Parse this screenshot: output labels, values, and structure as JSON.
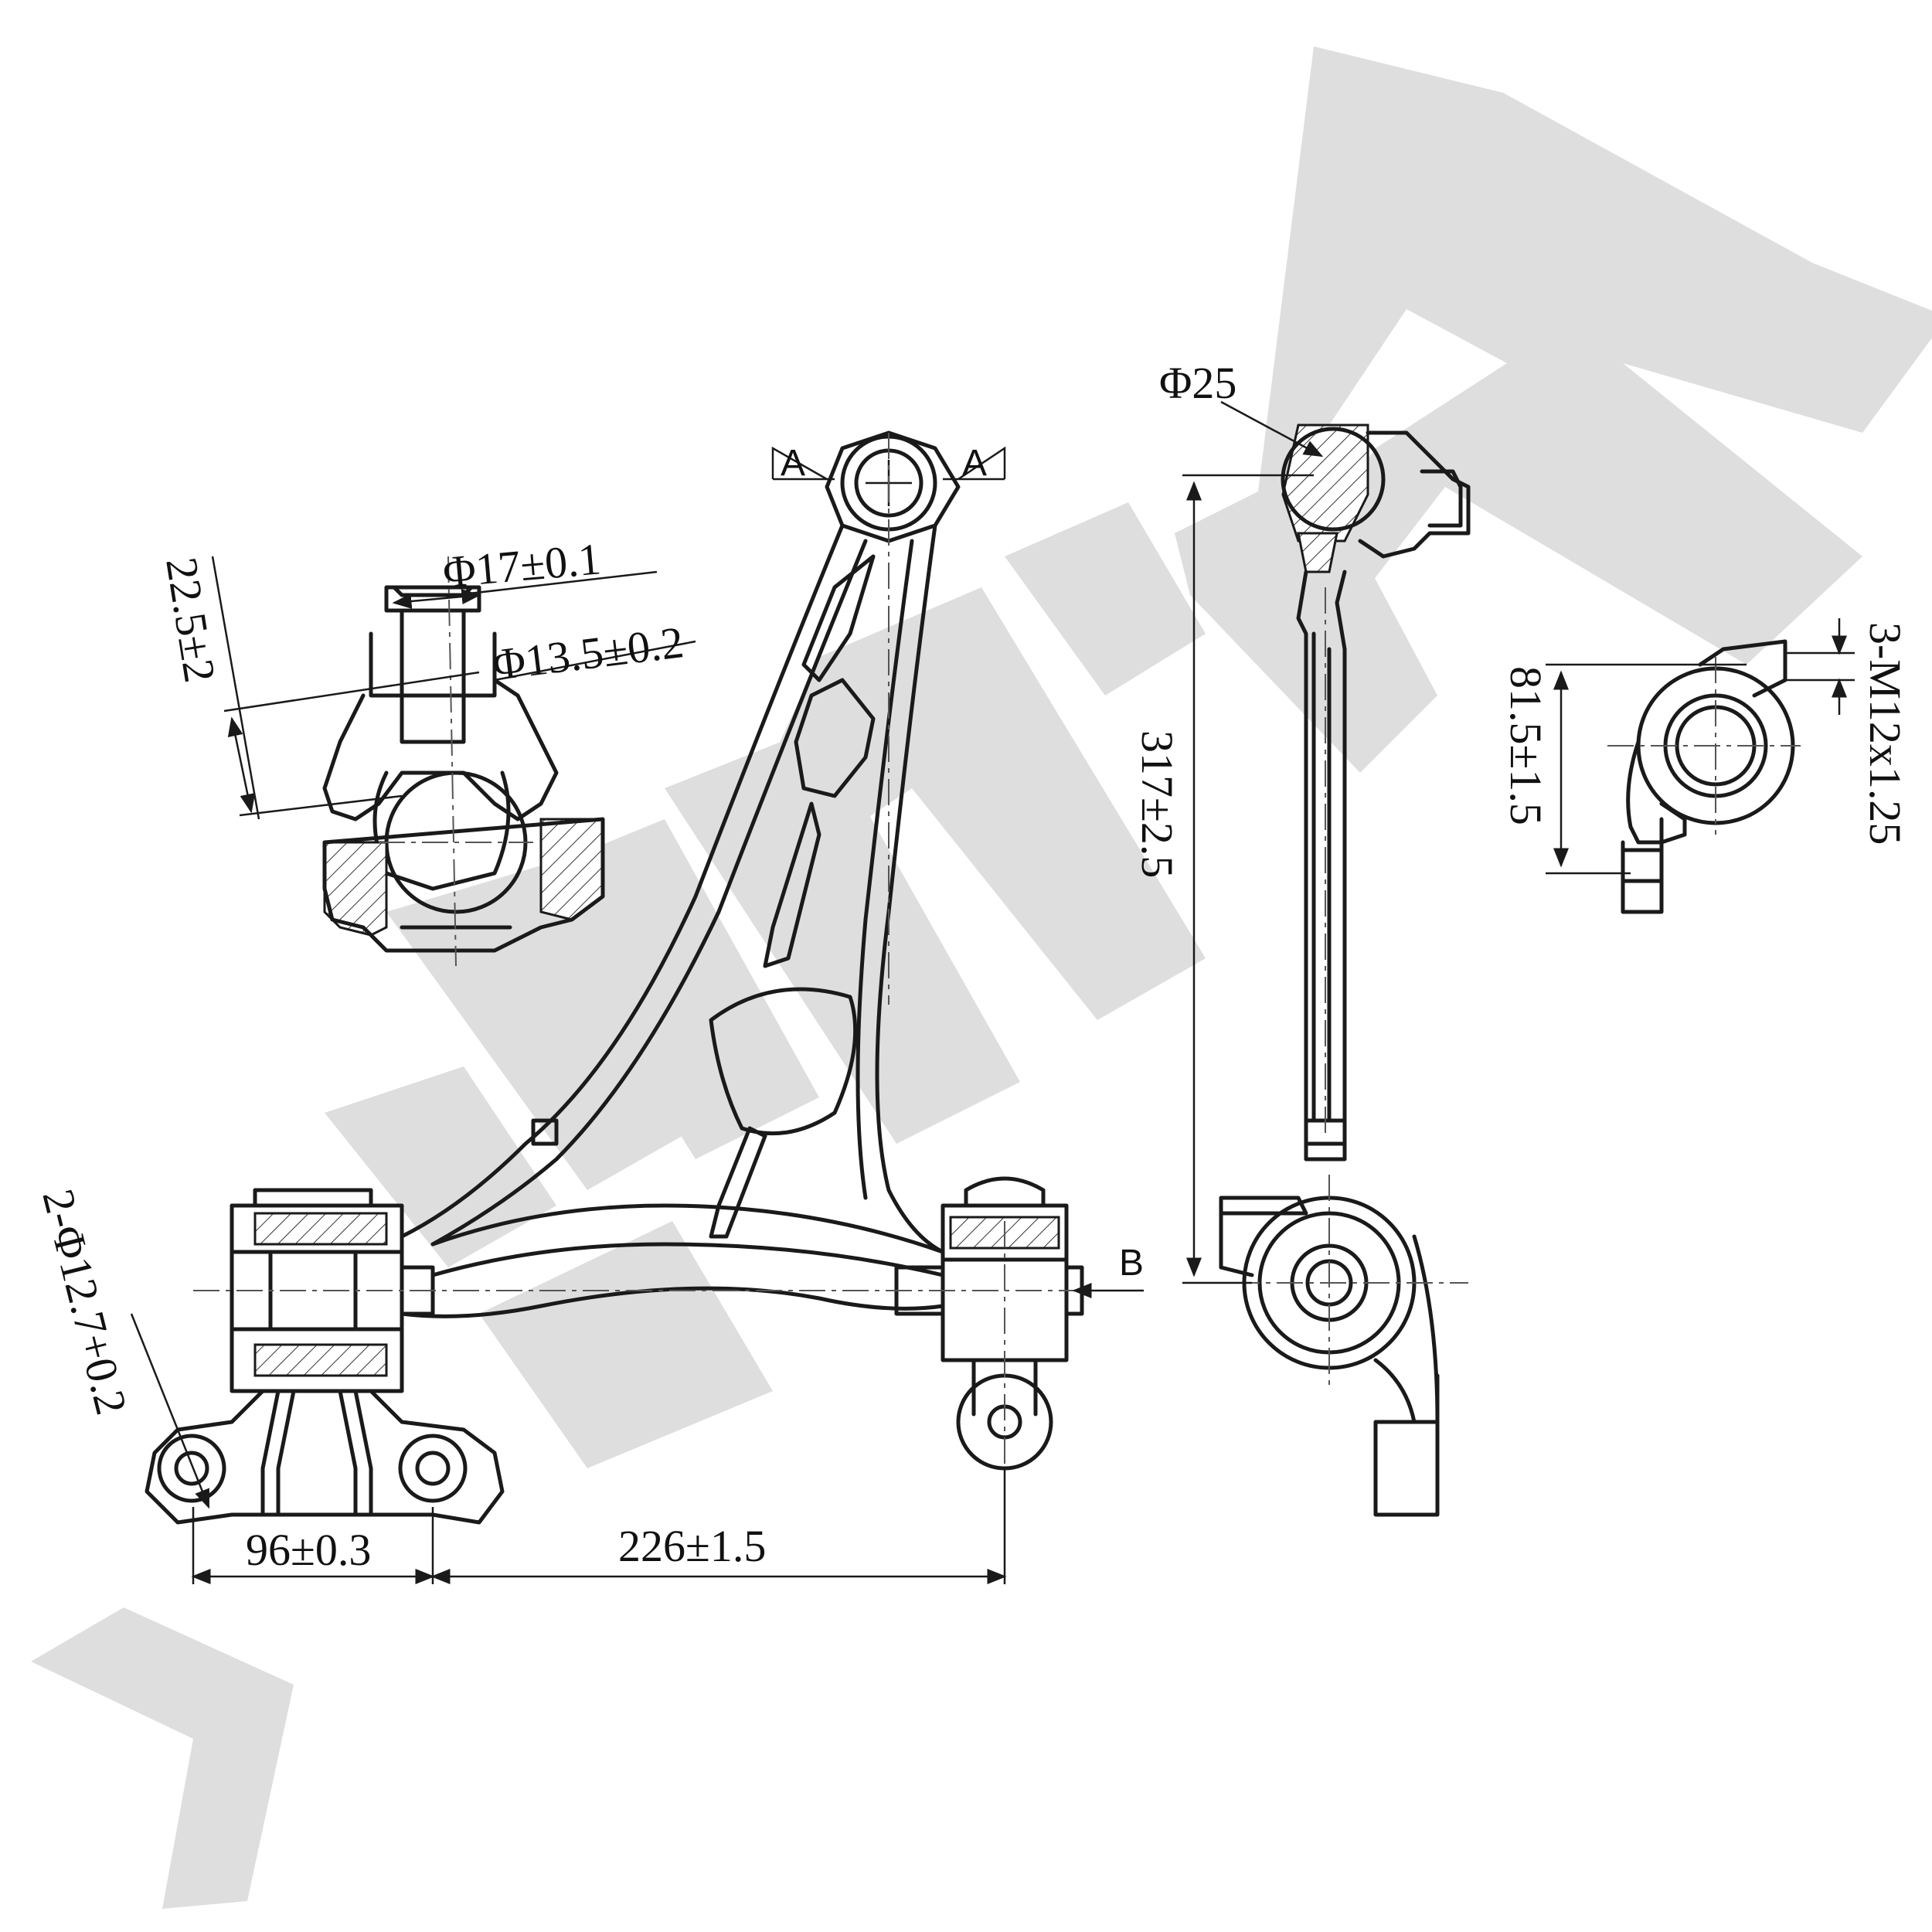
{
  "watermark": {
    "brand": "ZENWEK",
    "color": "#dedede"
  },
  "section_labels": {
    "a_left": "A",
    "a_right": "A",
    "b": "B"
  },
  "dimensions": {
    "ball_stud_height": "22.5±2",
    "ball_stud_dia_top": "Φ17±0.1",
    "ball_stud_dia_neck": "Φ13.5±0.2",
    "top_bushing_dia": "Φ25",
    "overall_height": "317±2.5",
    "mount_holes": "2-Φ12.7+0.2",
    "hole_spacing": "96±0.3",
    "length": "226±1.5",
    "thread": "3-M12x1.25",
    "bushing_offset": "81.5±1.5"
  },
  "colors": {
    "line": "#1a1a1a",
    "background": "#ffffff"
  }
}
